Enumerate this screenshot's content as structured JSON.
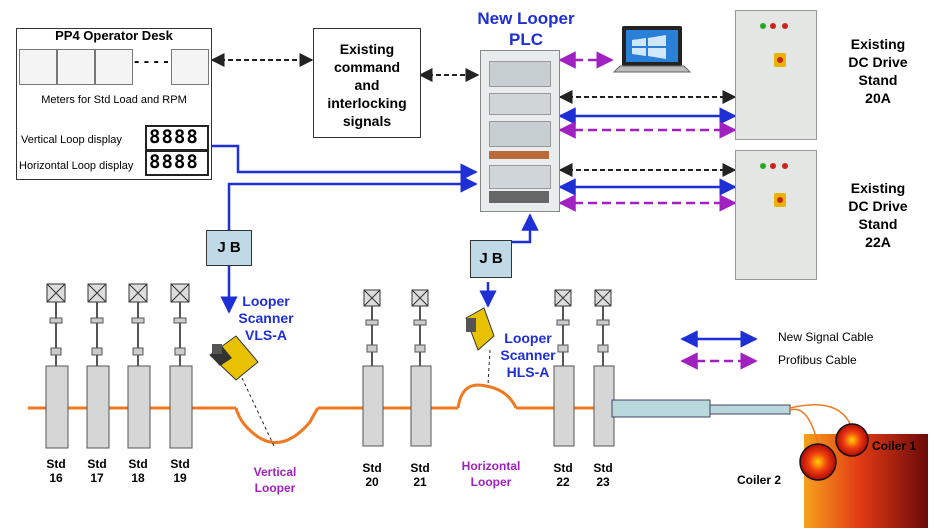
{
  "operator_desk": {
    "title": "PP4 Operator Desk",
    "meters_caption": "Meters for Std Load and RPM",
    "vertical_loop_label": "Vertical Loop display",
    "horizontal_loop_label": "Horizontal Loop display",
    "vertical_display_value": "8888",
    "horizontal_display_value": "8888"
  },
  "existing_command": {
    "line1": "Existing",
    "line2": "command",
    "line3": "and",
    "line4": "interlocking",
    "line5": "signals"
  },
  "plc": {
    "line1": "New Looper",
    "line2": "PLC"
  },
  "drive_20a": {
    "line1": "Existing",
    "line2": "DC Drive",
    "line3": "Stand",
    "line4": "20A"
  },
  "drive_22a": {
    "line1": "Existing",
    "line2": "DC Drive",
    "line3": "Stand",
    "line4": "22A"
  },
  "junction_boxes": {
    "left": "J B",
    "right": "J B"
  },
  "scanner_vls": {
    "line1": "Looper",
    "line2": "Scanner",
    "line3": "VLS-A"
  },
  "scanner_hls": {
    "line1": "Looper",
    "line2": "Scanner",
    "line3": "HLS-A"
  },
  "legend": {
    "new_signal": "New  Signal Cable",
    "profibus": "Profibus Cable"
  },
  "stands": [
    {
      "line1": "Std",
      "line2": "16"
    },
    {
      "line1": "Std",
      "line2": "17"
    },
    {
      "line1": "Std",
      "line2": "18"
    },
    {
      "line1": "Std",
      "line2": "19"
    },
    {
      "line1": "Std",
      "line2": "20"
    },
    {
      "line1": "Std",
      "line2": "21"
    },
    {
      "line1": "Std",
      "line2": "22"
    },
    {
      "line1": "Std",
      "line2": "23"
    }
  ],
  "loopers": {
    "vertical": {
      "line1": "Vertical",
      "line2": "Looper"
    },
    "horizontal": {
      "line1": "Horizontal",
      "line2": "Looper"
    }
  },
  "coilers": {
    "coiler1": "Coiler 1",
    "coiler2": "Coiler 2"
  },
  "colors": {
    "signal_cable": "#1f2fd6",
    "profibus_cable": "#a020c0",
    "strip": "#f07820",
    "label_blue": "#1f2fd6",
    "label_purple": "#a020c0",
    "jb_fill": "#bfd9e6"
  }
}
